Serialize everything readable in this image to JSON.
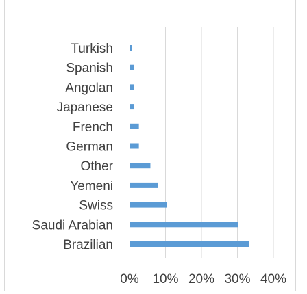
{
  "chart_data": {
    "type": "bar",
    "orientation": "horizontal",
    "categories": [
      "Brazilian",
      "Saudi Arabian",
      "Swiss",
      "Yemeni",
      "Other",
      "German",
      "French",
      "Japanese",
      "Angolan",
      "Spanish",
      "Turkish"
    ],
    "values": [
      33.3,
      30.2,
      10.3,
      8.0,
      5.8,
      2.6,
      2.6,
      1.3,
      1.3,
      1.3,
      0.6
    ],
    "xlim": [
      0,
      40
    ],
    "x_ticks": [
      "0%",
      "10%",
      "20%",
      "30%",
      "40%"
    ],
    "grid": "vertical",
    "bar_color": "#5b9bd5",
    "grid_color": "#d9d9d9",
    "text_color": "#404040"
  }
}
